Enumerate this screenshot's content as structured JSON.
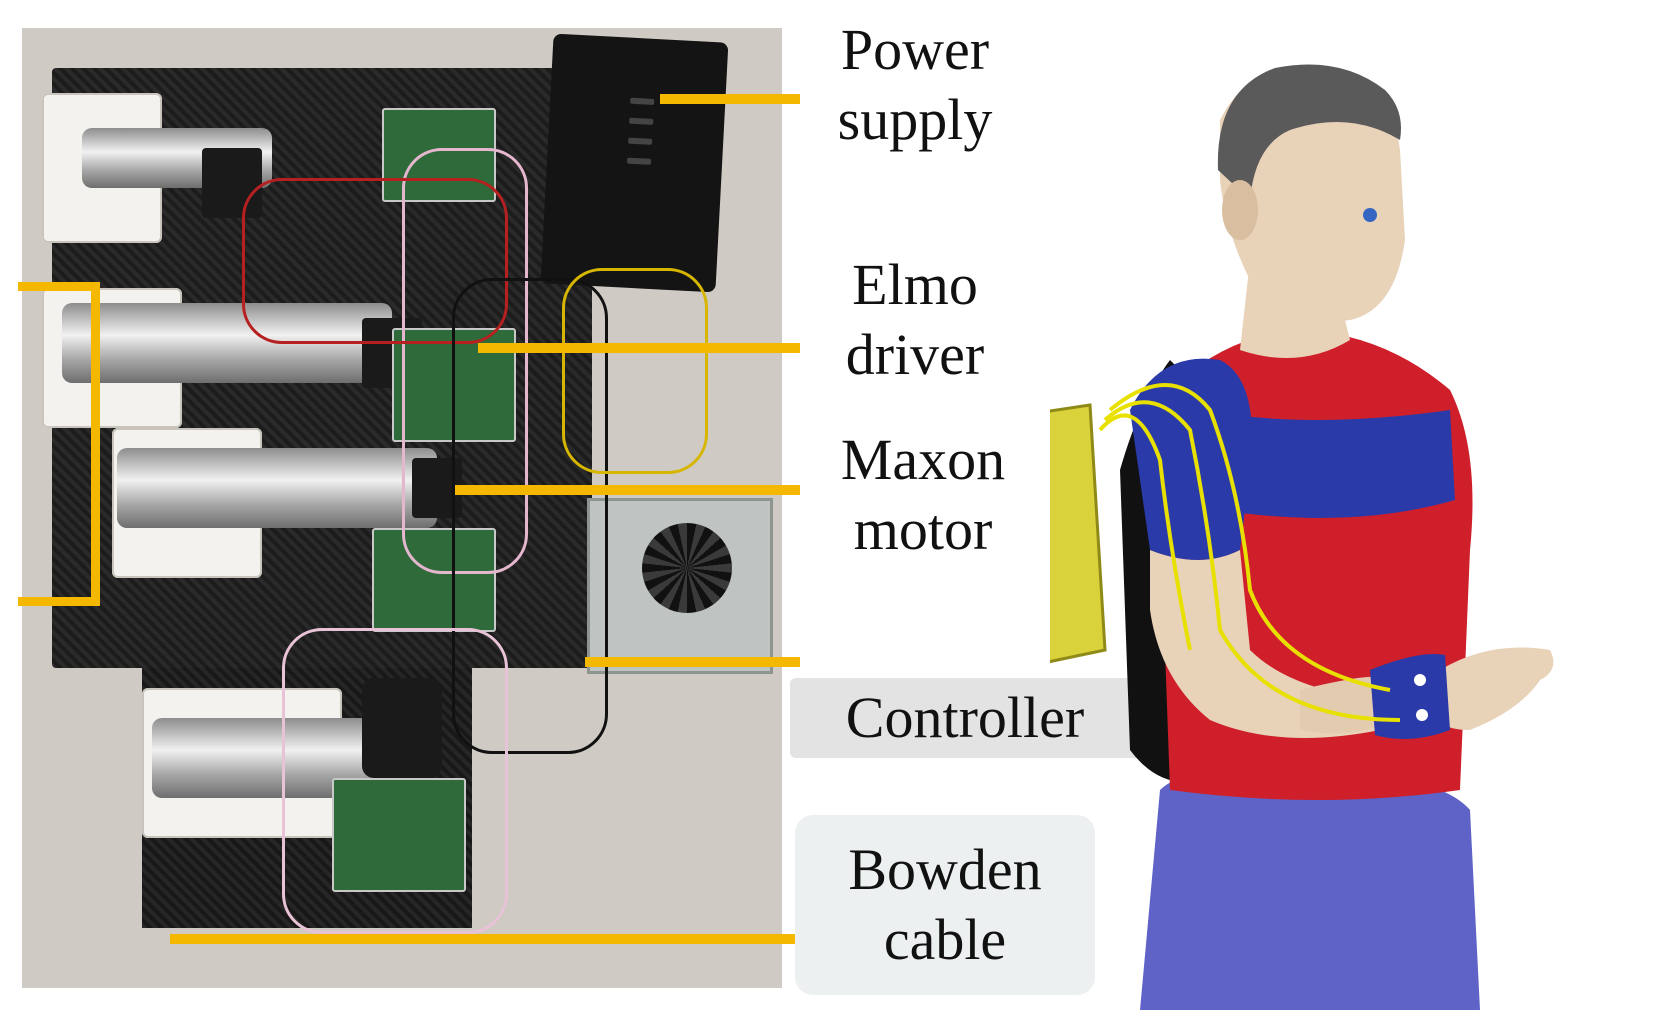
{
  "labels": {
    "power_supply": [
      "Power",
      "supply"
    ],
    "elmo_driver": [
      "Elmo",
      "driver"
    ],
    "maxon_motor": [
      "Maxon",
      "motor"
    ],
    "controller": "Controller",
    "bowden_cable": [
      "Bowden",
      "cable"
    ]
  },
  "colors": {
    "leader": "#f5b800",
    "shirt_red": "#cf1f2a",
    "shirt_blue": "#2a3aa8",
    "skin": "#e8d2b8",
    "pants": "#5f63c7",
    "backpack": "#d9d23a",
    "cable": "#e8e000"
  }
}
